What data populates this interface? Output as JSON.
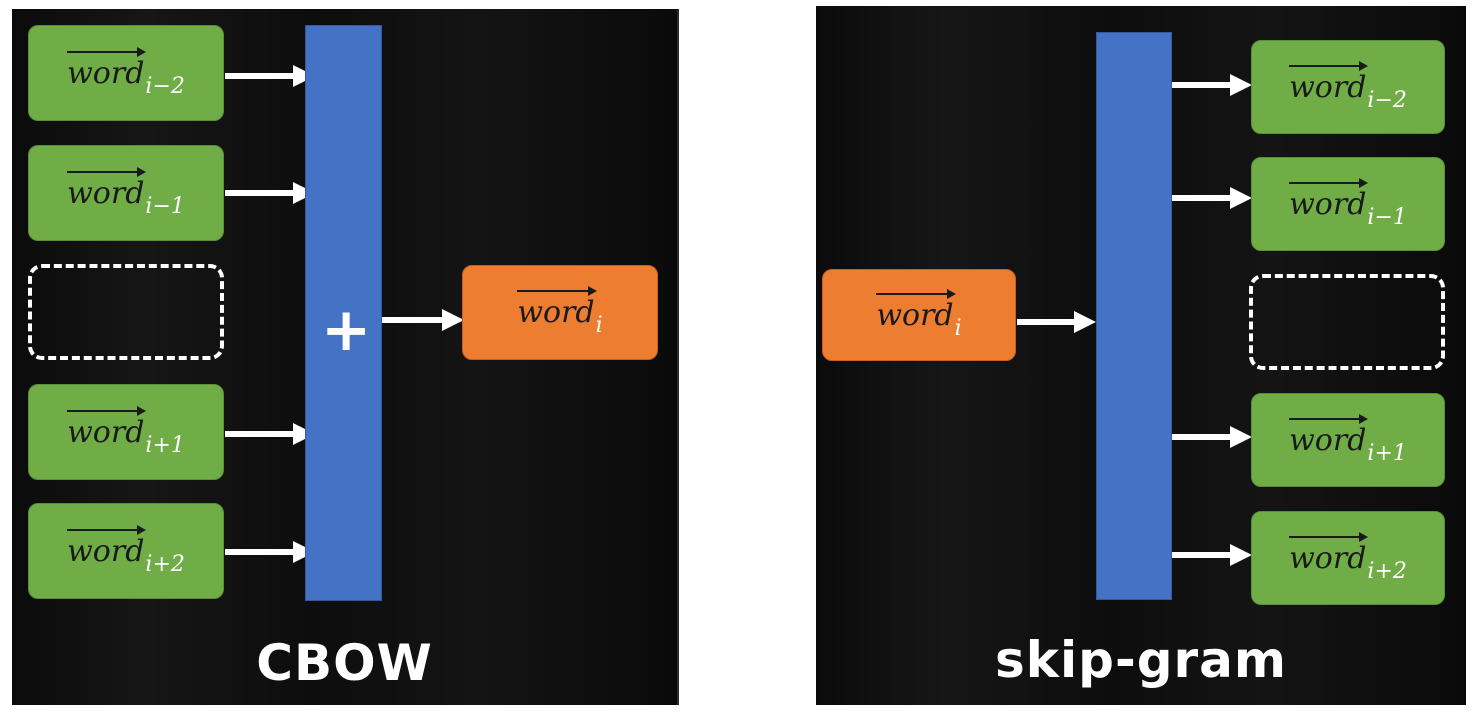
{
  "cbow": {
    "title": "CBOW",
    "operator": "+",
    "inputs": [
      {
        "word": "word",
        "sub": "i−2"
      },
      {
        "word": "word",
        "sub": "i−1"
      },
      {
        "word": "word",
        "sub": "i+1"
      },
      {
        "word": "word",
        "sub": "i+2"
      }
    ],
    "output": {
      "word": "word",
      "sub": "i"
    }
  },
  "skipgram": {
    "title": "skip-gram",
    "input": {
      "word": "word",
      "sub": "i"
    },
    "outputs": [
      {
        "word": "word",
        "sub": "i−2"
      },
      {
        "word": "word",
        "sub": "i−1"
      },
      {
        "word": "word",
        "sub": "i+1"
      },
      {
        "word": "word",
        "sub": "i+2"
      }
    ]
  },
  "colors": {
    "context_box": "#70ad47",
    "target_box": "#ed7d31",
    "projection_bar": "#4472c4",
    "background": "#111111"
  }
}
